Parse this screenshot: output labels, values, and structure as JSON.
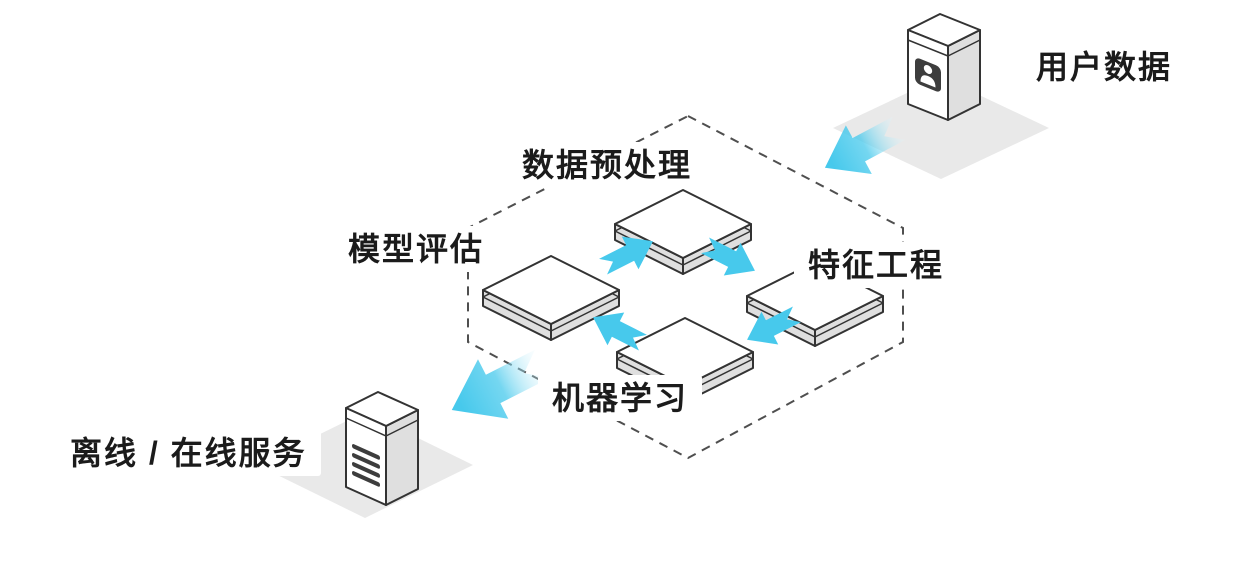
{
  "diagram": {
    "nodes": {
      "user_data": {
        "label": "用户数据"
      },
      "preprocess": {
        "label": "数据预处理"
      },
      "feature_engineering": {
        "label": "特征工程"
      },
      "machine_learning": {
        "label": "机器学习"
      },
      "model_evaluation": {
        "label": "模型评估"
      },
      "serving": {
        "label": "离线 / 在线服务"
      }
    },
    "edges": [
      {
        "from": "user_data",
        "to": "pipeline"
      },
      {
        "from": "preprocess",
        "to": "feature_engineering"
      },
      {
        "from": "feature_engineering",
        "to": "machine_learning"
      },
      {
        "from": "machine_learning",
        "to": "model_evaluation"
      },
      {
        "from": "model_evaluation",
        "to": "preprocess"
      },
      {
        "from": "pipeline",
        "to": "serving"
      }
    ],
    "icons": {
      "user_data_icon": "user-server-icon",
      "serving_icon": "list-server-icon"
    },
    "colors": {
      "arrow": "#47c9ec",
      "platform": "#e9e9e9",
      "outline": "#333333",
      "face_top": "#ffffff",
      "face_side": "#dfdfdf",
      "dash": "#4f4f4f",
      "icon_dark": "#3d3d3d",
      "label_bg": "#ffffff",
      "label_fg": "#1b1b1b"
    }
  }
}
